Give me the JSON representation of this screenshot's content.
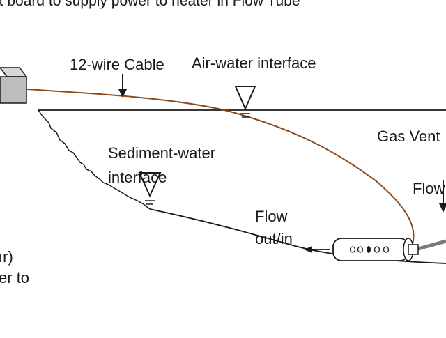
{
  "diagram": {
    "caption_top": "it board to supply power to heater in Flow Tube",
    "labels": {
      "cable": "12-wire Cable",
      "air_water": "Air-water interface",
      "gas_vent": "Gas Vent",
      "sediment_line1": "Sediment-water",
      "sediment_line2": "interface",
      "flow_right": "Flow",
      "flow_out_line1": "Flow",
      "flow_out_line2": "out/in",
      "left_partial_1": "ır)",
      "left_partial_2": "er to"
    },
    "colors": {
      "cable": "#8a4a1c",
      "line": "#1a1a1a",
      "box_fill": "#bdbdbd",
      "tube_fill": "#ffffff",
      "rod": "#7a7a7a"
    },
    "icons": {
      "water_level": "inverted-triangle-water-level-icon",
      "arrow": "arrow-icon"
    }
  }
}
